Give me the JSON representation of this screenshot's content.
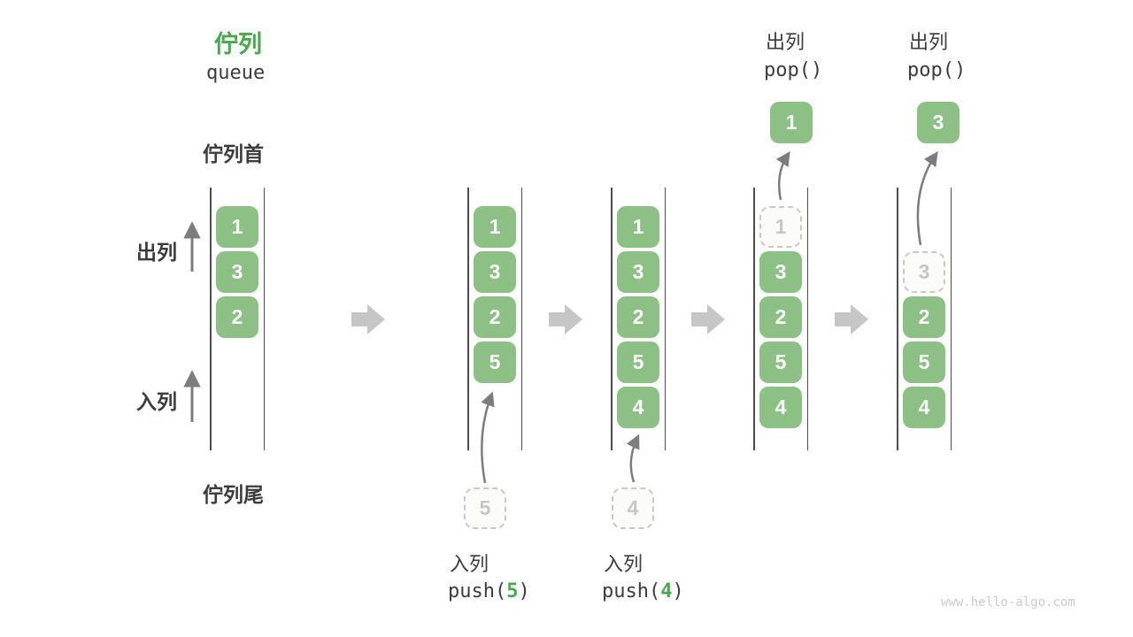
{
  "title": {
    "zh": "佇列",
    "en": "queue"
  },
  "side_labels": {
    "front": "佇列首",
    "rear": "佇列尾",
    "dequeue": "出列",
    "enqueue": "入列"
  },
  "ops": {
    "push5": {
      "label": "入列",
      "code_open": "push(",
      "arg": "5",
      "code_close": ")"
    },
    "push4": {
      "label": "入列",
      "code_open": "push(",
      "arg": "4",
      "code_close": ")"
    },
    "pop1": {
      "label": "出列",
      "code": "pop()"
    },
    "pop2": {
      "label": "出列",
      "code": "pop()"
    }
  },
  "states": [
    {
      "slots": [
        "1",
        "3",
        "2"
      ]
    },
    {
      "slots": [
        "1",
        "3",
        "2",
        "5"
      ],
      "incoming": "5"
    },
    {
      "slots": [
        "1",
        "3",
        "2",
        "5",
        "4"
      ],
      "incoming": "4"
    },
    {
      "slots": [
        "1",
        "3",
        "2",
        "5",
        "4"
      ],
      "removed_slot": 0,
      "popped": "1"
    },
    {
      "slots": [
        null,
        "3",
        "2",
        "5",
        "4"
      ],
      "removed_slot": 1,
      "popped": "3"
    }
  ],
  "watermark": "www.hello-algo.com",
  "colors": {
    "box_green": "#8CC084",
    "title_green": "#47A84C",
    "text_dark": "#3C3C3C",
    "arrow_gray": "#7D7D7D",
    "block_arrow_gray": "#C6C6C6",
    "dashed_gray": "#C8C8C8"
  }
}
